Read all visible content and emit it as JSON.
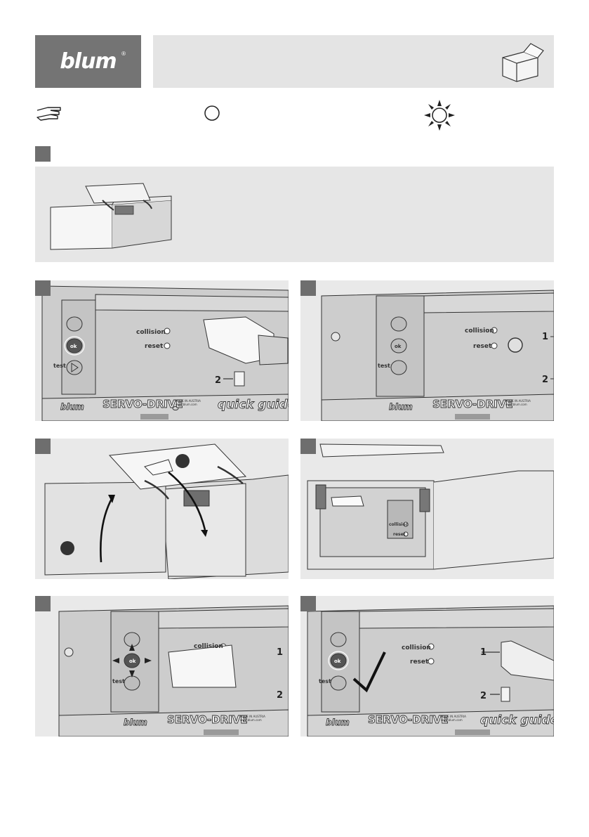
{
  "logo": {
    "text": "blum",
    "registered": "®"
  },
  "panel_labels": {
    "collision": "collision",
    "reset": "reset",
    "ok": "ok",
    "test": "test",
    "brand": "SERVO-DRIVE",
    "made_in": "MADE IN AUSTRIA",
    "url": "www.blum.com",
    "quick_guide": "quick guide",
    "blum_small": "blum"
  },
  "callouts": {
    "one": "1",
    "two": "2"
  },
  "colors": {
    "marker": "#6e6e6e",
    "band": "#e4e4e4",
    "logo_bg": "#747474"
  },
  "icons": [
    "press-hand-icon",
    "led-off-icon",
    "led-flashing-icon",
    "cabinet-icon",
    "checkmark-icon"
  ]
}
